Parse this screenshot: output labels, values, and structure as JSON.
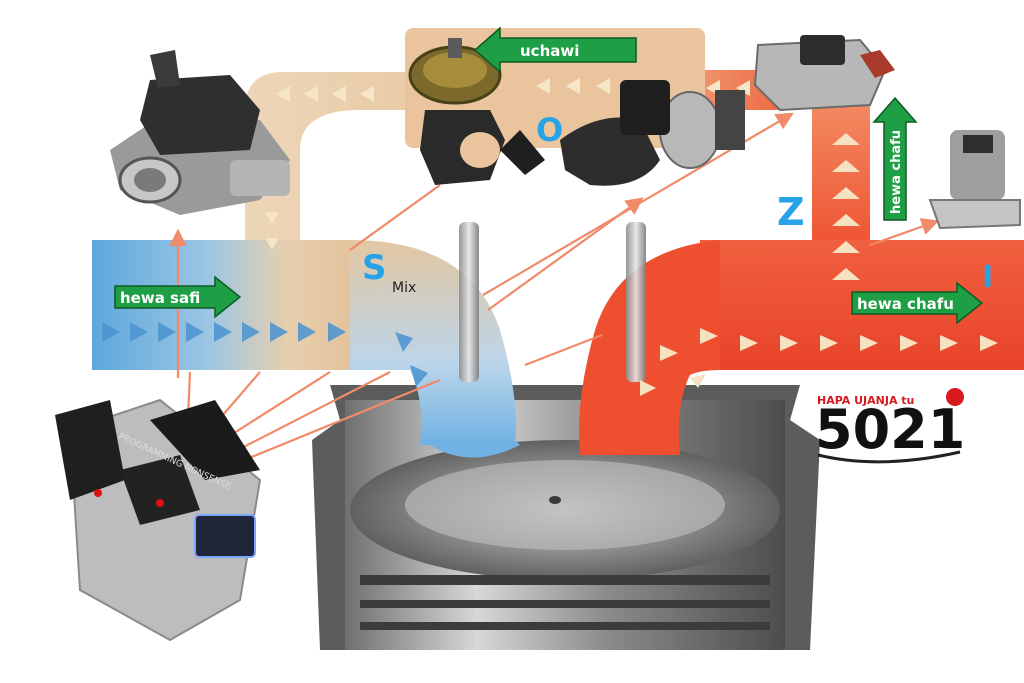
{
  "labels": {
    "fresh_air": "hewa safi",
    "exhaust_right": "hewa chafu",
    "exhaust_vertical": "hewa chafu",
    "egr_tag": "uchawi",
    "mix": "Mix"
  },
  "letters": {
    "s": "S",
    "o": "O",
    "z": "Z",
    "i": "I"
  },
  "brand": {
    "tagline": "HAPA UJANJA tu",
    "number": "5021"
  },
  "chips": {
    "ecu_text": "PROGRAMMING NONSENSE"
  },
  "colors": {
    "cold": "#5ea8dc",
    "warm": "#e8c9a2",
    "hot": "#ee4a2a",
    "arrow_green": "#1e9e45",
    "signal_line": "#f08a68",
    "letter_blue": "#26a3e6",
    "brand_red": "#d81a20"
  },
  "icons": [
    "egr-valve-icon",
    "ecu-icon",
    "sensor-icon",
    "piston-icon",
    "valve-stem-icon"
  ]
}
